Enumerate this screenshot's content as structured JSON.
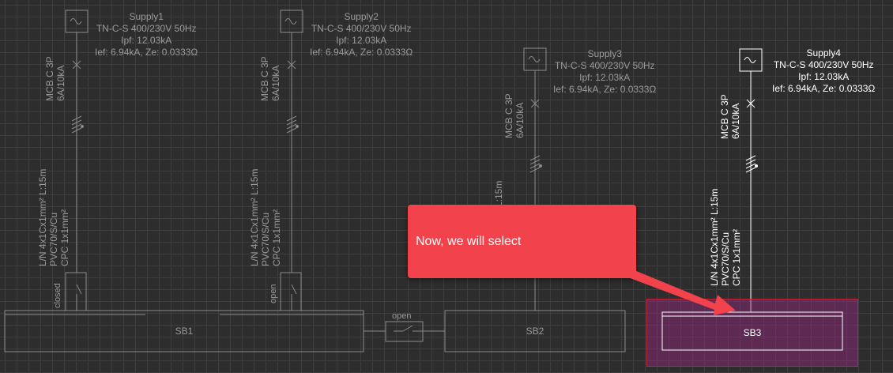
{
  "supplies": [
    {
      "name": "Supply1",
      "system": "TN-C-S 400/230V 50Hz",
      "ipf": "Ipf: 12.03kA",
      "ief": "Ief: 6.94kA, Ze: 0.0333Ω",
      "breaker_type": "MCB C 3P",
      "breaker_rating": "6A/10kA",
      "cable_spec": "L/N 4x1Cx1mm² L:15m",
      "cable_insulation": "PVC70/S/Cu",
      "cable_cpc": "CPC 1x1mm²",
      "switch_state": "closed"
    },
    {
      "name": "Supply2",
      "system": "TN-C-S 400/230V 50Hz",
      "ipf": "Ipf: 12.03kA",
      "ief": "Ief: 6.94kA, Ze: 0.0333Ω",
      "breaker_type": "MCB C 3P",
      "breaker_rating": "6A/10kA",
      "cable_spec": "L/N 4x1Cx1mm² L:15m",
      "cable_insulation": "PVC70/S/Cu",
      "cable_cpc": "CPC 1x1mm²",
      "switch_state": "open"
    },
    {
      "name": "Supply3",
      "system": "TN-C-S 400/230V 50Hz",
      "ipf": "Ipf: 12.03kA",
      "ief": "Ief: 6.94kA, Ze: 0.0333Ω",
      "breaker_type": "MCB C 3P",
      "breaker_rating": "6A/10kA",
      "cable_spec_partial": "L:15m"
    },
    {
      "name": "Supply4",
      "system": "TN-C-S 400/230V 50Hz",
      "ipf": "Ipf: 12.03kA",
      "ief": "Ief: 6.94kA, Ze: 0.0333Ω",
      "breaker_type": "MCB C 3P",
      "breaker_rating": "6A/10kA",
      "cable_spec": "L/N 4x1Cx1mm² L:15m",
      "cable_insulation": "PVC70/S/Cu",
      "cable_cpc": "CPC 1x1mm²"
    }
  ],
  "buses": [
    {
      "name": "SB1"
    },
    {
      "name": "SB2"
    },
    {
      "name": "SB3"
    }
  ],
  "bus_coupler": {
    "state": "open"
  },
  "callout": {
    "text": "Now, we will select"
  },
  "colors": {
    "background": "#2d2d2d",
    "grid": "#3e3e3e",
    "line_dim": "#8a8a8a",
    "line_active": "#ffffff",
    "callout": "#f2424b",
    "selection_fill": "#962882",
    "selection_border": "#c0283a"
  },
  "icons": {
    "supply": "ac-source-icon",
    "breaker": "circuit-breaker-icon",
    "switch": "isolator-switch-icon"
  }
}
